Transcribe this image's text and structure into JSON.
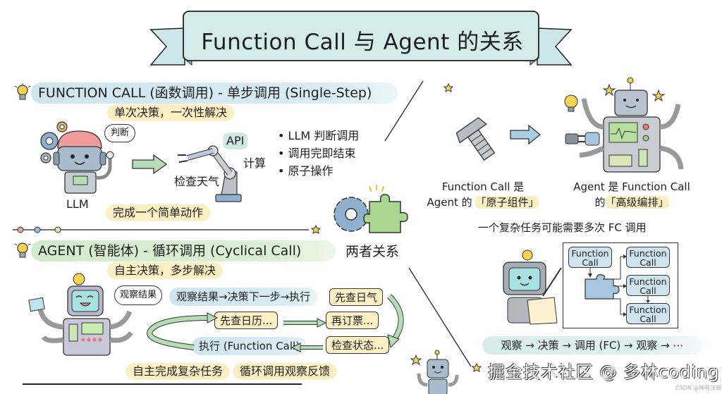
{
  "title": "Function Call 与 Agent 的关系",
  "function_call_section": {
    "heading": "FUNCTION CALL (函数调用) - 单步调用 (Single-Step)",
    "subheading": "单次决策，一次性解决",
    "thought_bubble": "判断",
    "llm_label": "LLM",
    "api_label": "API",
    "compute_label": "计算",
    "weather_label": "检查天气",
    "bullets": [
      "LLM 判断调用",
      "调用完即结束",
      "原子操作"
    ],
    "summary": "完成一个简单动作"
  },
  "agent_section": {
    "heading": "AGENT (智能体) - 循环调用 (Cyclical Call)",
    "subheading": "自主决策，多步解决",
    "speech_bubble": "观察结果",
    "flow_text": "观察结果→决策下一步→执行",
    "steps": {
      "check_weather": "先查日气",
      "check_calendar": "先查日历...",
      "book_ticket": "再订票...",
      "check_status": "检查状态...",
      "execute": "执行 (Function Call)"
    },
    "summary_left": "自主完成复杂任务",
    "summary_right": "循环调用观察反馈"
  },
  "relation": {
    "center_label": "两者关系",
    "left_caption_line1": "Function Call 是",
    "left_caption_line2_prefix": "Agent 的",
    "left_caption_highlight": "「原子组件」",
    "right_caption_line1": "Agent 是 Function Call",
    "right_caption_line2_prefix": "的",
    "right_caption_highlight": "「高级编排」",
    "note": "一个复杂任务可能需要多次 FC 调用",
    "fc_boxes": [
      "Function Call",
      "Function Call",
      "Function Call",
      "Function Call"
    ],
    "loop_text": "观察 → 决策 → 调用 (FC) → 观察 → ⋯"
  },
  "watermark": {
    "main": "掘金技术社区 @ 多林coding",
    "csdn": "CSDN @稀有法眼"
  },
  "colors": {
    "banner": "#cfe8ea",
    "blue_pill": "#cfe6ef",
    "green_pill": "#d3ebcd",
    "yellow_highlight": "#fcefc4",
    "gear_blue": "#8fb0cf",
    "puzzle_green": "#a9d68f",
    "arrow_green": "#b6dcb6",
    "arrow_blue": "#a9cde3"
  }
}
